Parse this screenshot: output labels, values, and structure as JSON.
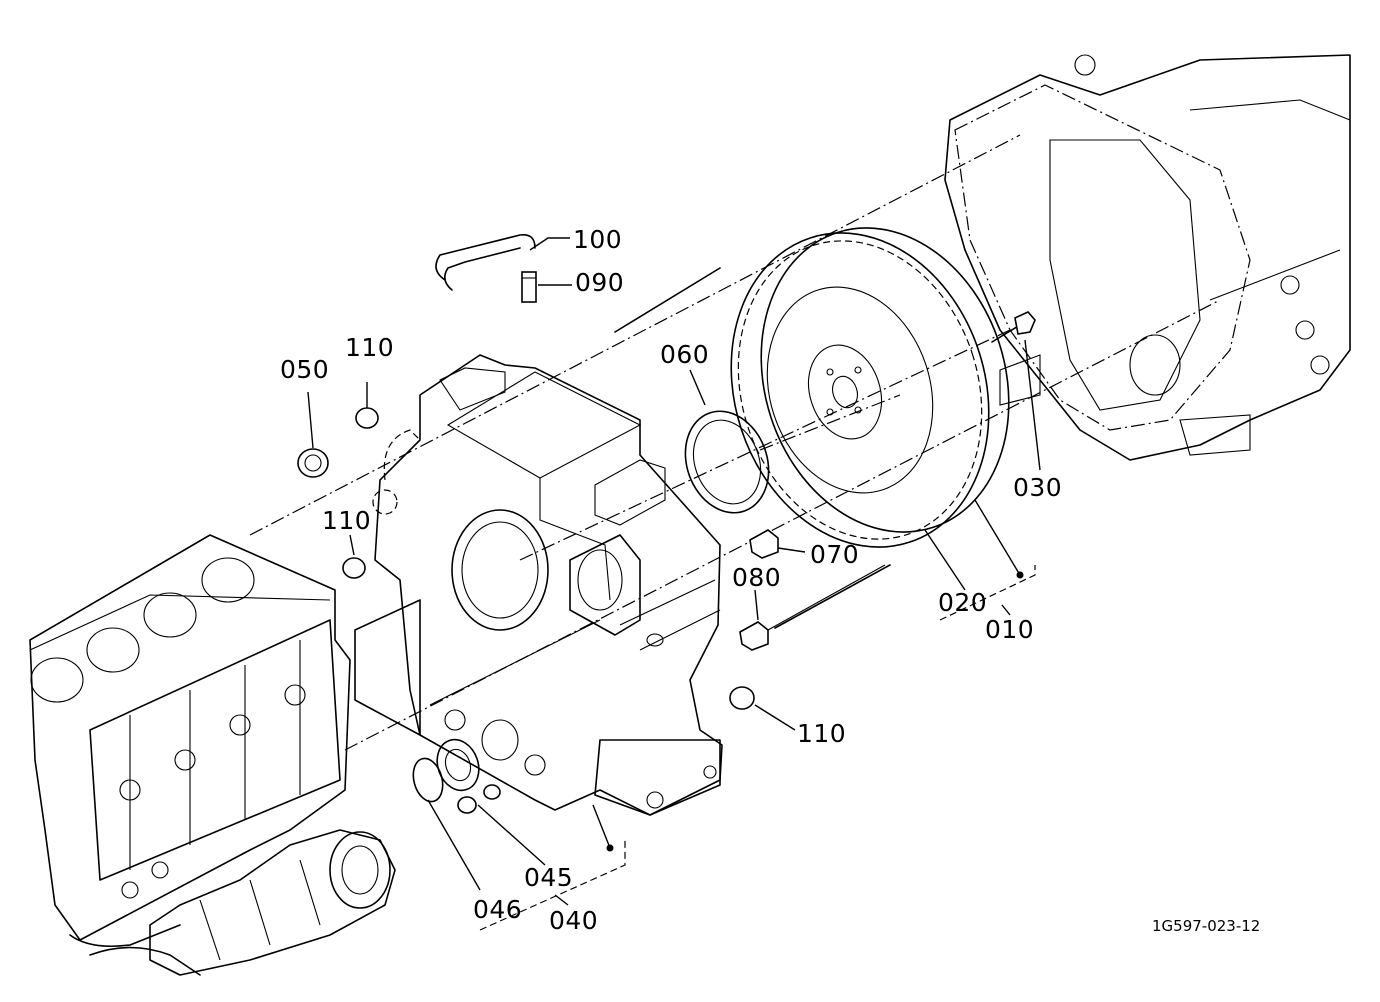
{
  "callouts": {
    "c100": "100",
    "c090": "090",
    "c110a": "110",
    "c050": "050",
    "c060": "060",
    "c110b": "110",
    "c070": "070",
    "c080": "080",
    "c030": "030",
    "c020": "020",
    "c010": "010",
    "c110c": "110",
    "c045": "045",
    "c046": "046",
    "c040": "040"
  },
  "drawing_number": "1G597-023-12"
}
